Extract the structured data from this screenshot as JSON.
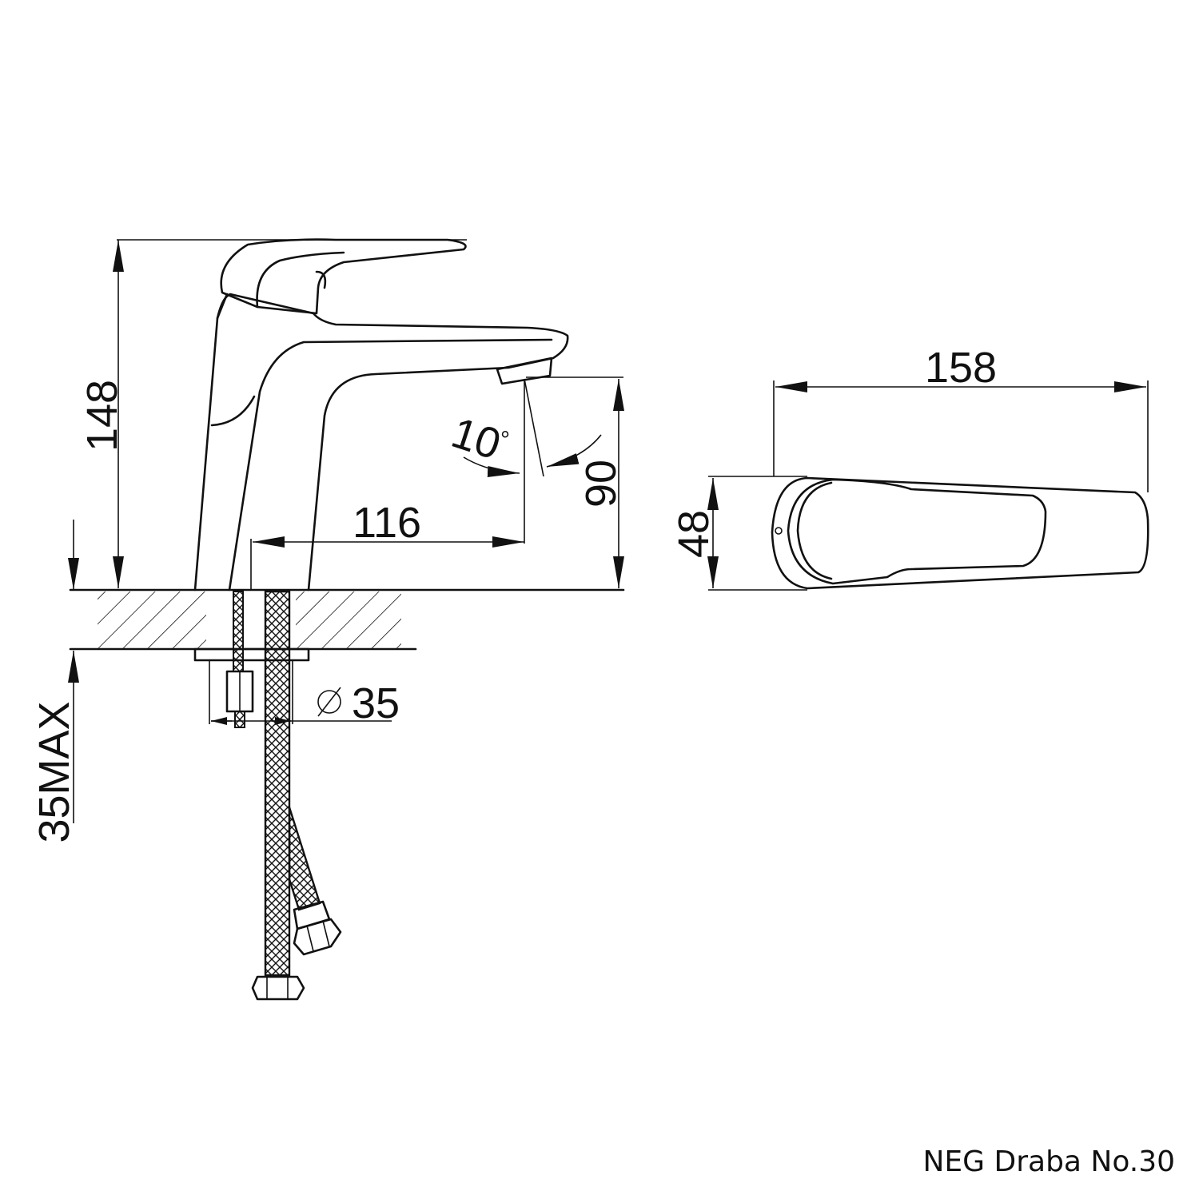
{
  "dimensions": {
    "height_total": "148",
    "spout_reach": "116",
    "spout_height": "90",
    "angle": "10",
    "angle_unit": "°",
    "hole_diameter": "35",
    "max_thickness": "35MAX",
    "length_top": "158",
    "width_top": "48"
  },
  "caption": "NEG Draba No.30"
}
